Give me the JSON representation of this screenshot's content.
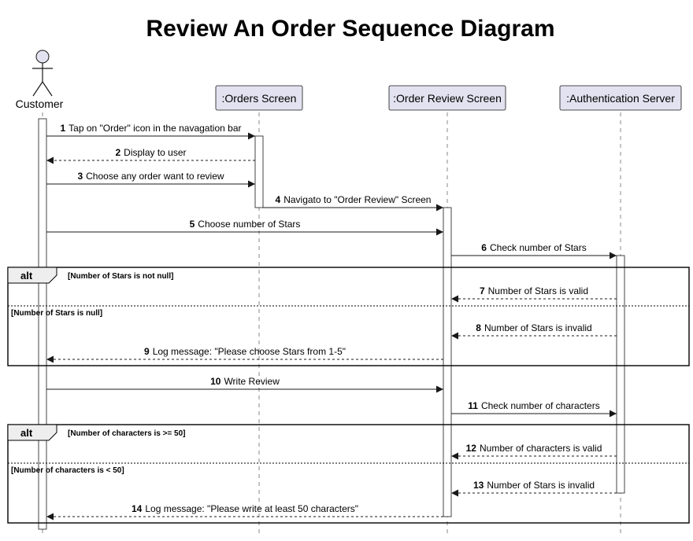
{
  "diagram": {
    "title": "Review An Order Sequence Diagram",
    "participants": [
      {
        "id": "customer",
        "label": "Customer",
        "kind": "actor"
      },
      {
        "id": "orders",
        "label": ":Orders Screen",
        "kind": "box"
      },
      {
        "id": "review",
        "label": ":Order Review Screen",
        "kind": "box"
      },
      {
        "id": "auth",
        "label": ":Authentication Server",
        "kind": "box"
      }
    ],
    "messages": [
      {
        "num": "1",
        "text": "Tap on \"Order\" icon in the navagation bar",
        "from": "customer",
        "to": "orders",
        "style": "solid"
      },
      {
        "num": "2",
        "text": "Display to user",
        "from": "orders",
        "to": "customer",
        "style": "dashed"
      },
      {
        "num": "3",
        "text": "Choose any order want to review",
        "from": "customer",
        "to": "orders",
        "style": "solid"
      },
      {
        "num": "4",
        "text": "Navigato to \"Order Review\" Screen",
        "from": "orders",
        "to": "review",
        "style": "solid"
      },
      {
        "num": "5",
        "text": "Choose number of Stars",
        "from": "customer",
        "to": "review",
        "style": "solid"
      },
      {
        "num": "6",
        "text": "Check number of Stars",
        "from": "review",
        "to": "auth",
        "style": "solid"
      },
      {
        "num": "7",
        "text": "Number of Stars is valid",
        "from": "auth",
        "to": "review",
        "style": "dashed"
      },
      {
        "num": "8",
        "text": "Number of Stars is invalid",
        "from": "auth",
        "to": "review",
        "style": "dashed"
      },
      {
        "num": "9",
        "text": "Log message: \"Please choose Stars from 1-5\"",
        "from": "review",
        "to": "customer",
        "style": "dashed"
      },
      {
        "num": "10",
        "text": "Write Review",
        "from": "customer",
        "to": "review",
        "style": "solid"
      },
      {
        "num": "11",
        "text": "Check number of characters",
        "from": "review",
        "to": "auth",
        "style": "solid"
      },
      {
        "num": "12",
        "text": "Number of characters is valid",
        "from": "auth",
        "to": "review",
        "style": "dashed"
      },
      {
        "num": "13",
        "text": "Number of Stars is invalid",
        "from": "auth",
        "to": "review",
        "style": "dashed"
      },
      {
        "num": "14",
        "text": "Log message: \"Please write at least 50 characters\"",
        "from": "review",
        "to": "customer",
        "style": "dashed"
      }
    ],
    "fragments": [
      {
        "label": "alt",
        "guards": [
          "[Number of Stars is not null]",
          "[Number of Stars is null]"
        ]
      },
      {
        "label": "alt",
        "guards": [
          "[Number of characters is >= 50]",
          "[Number of characters is < 50]"
        ]
      }
    ],
    "colors": {
      "participant_fill": "#e2e2f0",
      "participant_stroke": "#181818",
      "lifeline": "#888888",
      "line": "#181818",
      "activation_fill": "#ffffff"
    }
  }
}
